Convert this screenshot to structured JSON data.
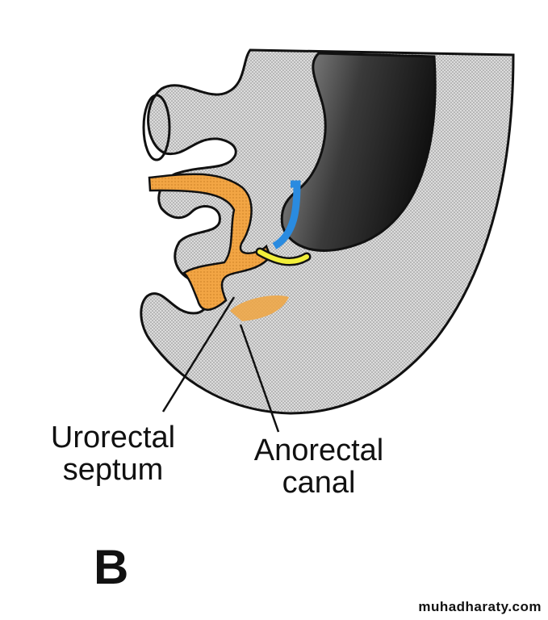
{
  "labels": {
    "urorectal_septum": [
      "Urorectal",
      "septum"
    ],
    "anorectal_canal": [
      "Anorectal",
      "canal"
    ]
  },
  "panel_letter": "B",
  "watermark": "muhadharaty.com",
  "colors": {
    "tissue": "#d4d4d4",
    "hindgut": "#2a2a2a",
    "septum": "#f0a540",
    "allantois_blue": "#2a8be0",
    "yellow": "#f2ef3a",
    "outline": "#111111"
  }
}
